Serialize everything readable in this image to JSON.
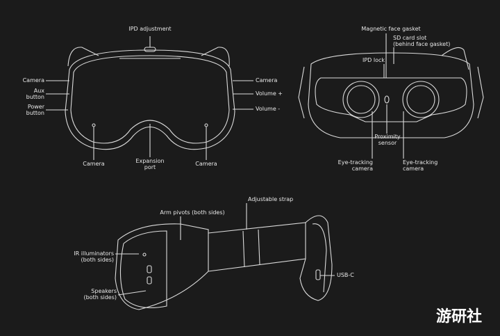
{
  "front_view": {
    "ipd_adjustment": "IPD adjustment",
    "camera_left": "Camera",
    "aux_button": "Aux\nbutton",
    "power_button": "Power\nbutton",
    "camera_bottom_left": "Camera",
    "expansion_port": "Expansion\nport",
    "camera_bottom_right": "Camera",
    "camera_right": "Camera",
    "volume_up": "Volume +",
    "volume_down": "Volume -"
  },
  "rear_view": {
    "magnetic_face_gasket": "Magnetic face gasket",
    "sd_card_slot": "SD card slot\n(behind face gasket)",
    "ipd_lock": "IPD lock",
    "proximity_sensor": "Proximity\nsensor",
    "eye_tracking_left": "Eye-tracking\ncamera",
    "eye_tracking_right": "Eye-tracking\ncamera"
  },
  "side_view": {
    "adjustable_strap": "Adjustable strap",
    "arm_pivots": "Arm pivots (both sides)",
    "ir_illuminators": "IR illuminators\n(both sides)",
    "speakers": "Speakers\n(both sides)",
    "usb_c": "USB-C"
  },
  "watermark": "游研社",
  "colors": {
    "background": "#1b1b1b",
    "line": "#e8e8e8"
  }
}
